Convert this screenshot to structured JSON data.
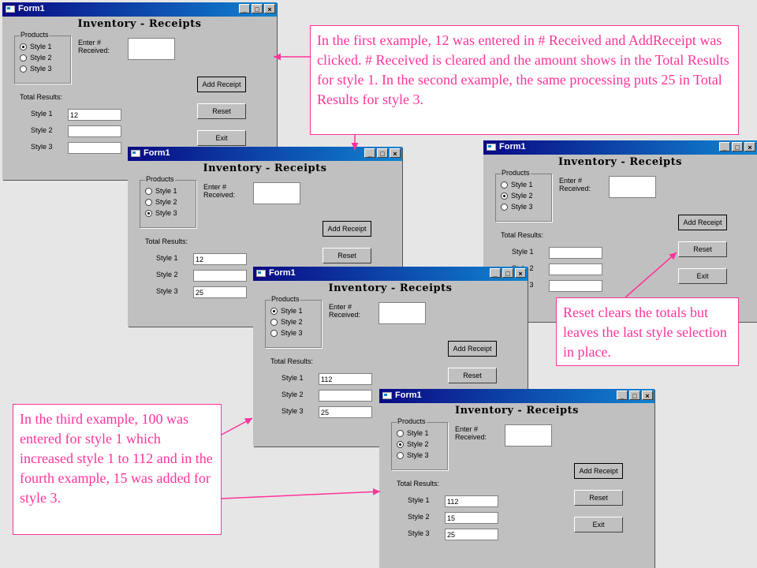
{
  "form": {
    "window_title": "Form1",
    "heading": "Inventory - Receipts",
    "group_label": "Products",
    "radio_labels": [
      "Style 1",
      "Style 2",
      "Style 3"
    ],
    "enter_label_1": "Enter #",
    "enter_label_2": "Received:",
    "total_label": "Total Results:",
    "style_labels": [
      "Style 1",
      "Style 2",
      "Style 3"
    ],
    "add_label": "Add Receipt",
    "reset_label": "Reset",
    "exit_label": "Exit",
    "min_glyph": "_",
    "max_glyph": "□",
    "close_glyph": "×"
  },
  "windows": [
    {
      "selected": 0,
      "totals": [
        "12",
        "",
        ""
      ]
    },
    {
      "selected": 2,
      "totals": [
        "12",
        "",
        "25"
      ]
    },
    {
      "selected": 1,
      "totals": [
        "",
        "",
        ""
      ]
    },
    {
      "selected": 0,
      "totals": [
        "112",
        "",
        "25"
      ]
    },
    {
      "selected": 1,
      "totals": [
        "112",
        "15",
        "25"
      ]
    }
  ],
  "callouts": {
    "first": "In the first example, 12 was entered in # Received and AddReceipt was clicked.  # Received is cleared and the amount shows in the Total Results for style 1.  In the second example, the same processing puts 25 in Total Results for style 3.",
    "reset": "Reset clears the totals but leaves the last style selection in place.",
    "third": "In the third example, 100 was entered for style 1 which increased style 1 to 112 and in the fourth example, 15 was added for style 3."
  },
  "colors": {
    "accent": "#ff3399",
    "titlebar_start": "#0a0a84",
    "titlebar_end": "#1084d0",
    "window_face": "#c0c0c0"
  }
}
